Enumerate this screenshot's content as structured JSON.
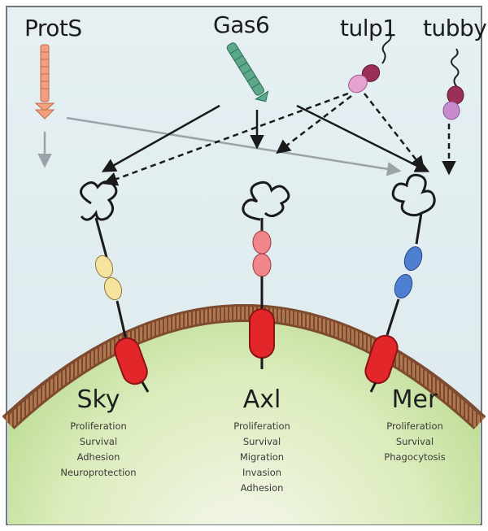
{
  "ligands": [
    {
      "name": "ProtS",
      "color": "#f2a07e"
    },
    {
      "name": "Gas6",
      "color": "#5ba88a"
    },
    {
      "name": "tulp1",
      "color": "#e7a3cf"
    },
    {
      "name": "tubby",
      "color": "#c98bd0"
    }
  ],
  "receptors": [
    {
      "name": "Sky",
      "domain_color": "#f7e3a0",
      "functions": [
        "Proliferation",
        "Survival",
        "Adhesion",
        "Neuroprotection"
      ]
    },
    {
      "name": "Axl",
      "domain_color": "#f0868a",
      "functions": [
        "Proliferation",
        "Survival",
        "Migration",
        "Invasion",
        "Adhesion"
      ]
    },
    {
      "name": "Mer",
      "domain_color": "#4f7fd1",
      "functions": [
        "Proliferation",
        "Survival",
        "Phagocytosis"
      ]
    }
  ],
  "colors": {
    "background": "#dfecef",
    "cell": "#bfe08f",
    "membrane": "#8f5a3e",
    "kinase": "#e2262a"
  }
}
